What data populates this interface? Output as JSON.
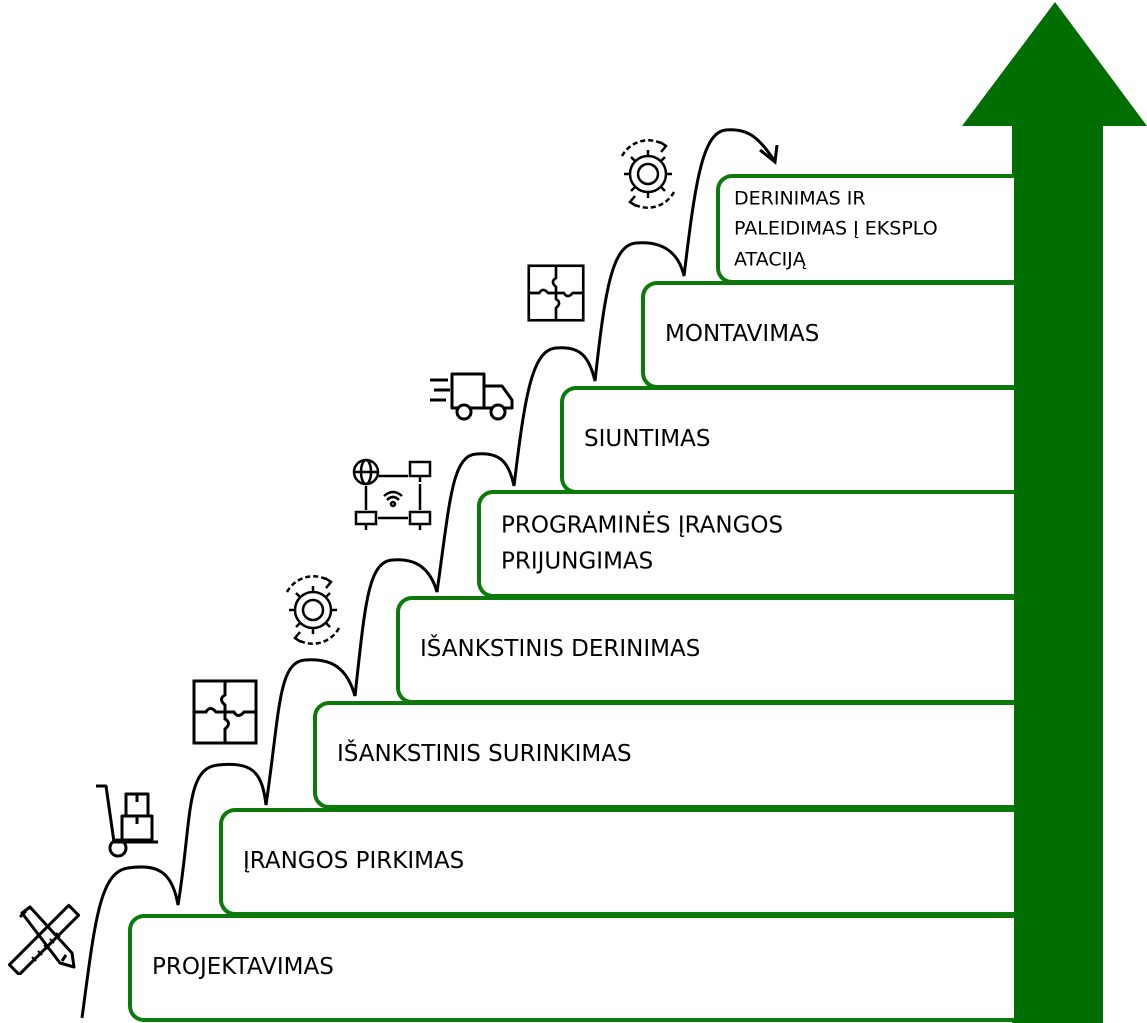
{
  "colors": {
    "arrow": "#006e00",
    "step_border": "#0b7a0b",
    "curve": "#000000"
  },
  "steps": [
    {
      "label": "PROJEKTAVIMAS",
      "icon": "pencil-ruler-icon"
    },
    {
      "label": "ĮRANGOS PIRKIMAS",
      "icon": "hand-truck-boxes-icon"
    },
    {
      "label": "IŠANKSTINIS SURINKIMAS",
      "icon": "puzzle-icon"
    },
    {
      "label": "IŠANKSTINIS DERINIMAS",
      "icon": "gear-cycle-icon"
    },
    {
      "label_lines": [
        "PROGRAMINĖS ĮRANGOS",
        "PRIJUNGIMAS"
      ],
      "icon": "network-computers-icon"
    },
    {
      "label": "SIUNTIMAS",
      "icon": "delivery-truck-icon"
    },
    {
      "label": "MONTAVIMAS",
      "icon": "puzzle-icon"
    },
    {
      "label_lines": [
        "DERINIMAS IR",
        "PALEIDIMAS Į EKSPLO",
        "ATACIJĄ"
      ],
      "icon": "gear-cycle-icon"
    }
  ]
}
